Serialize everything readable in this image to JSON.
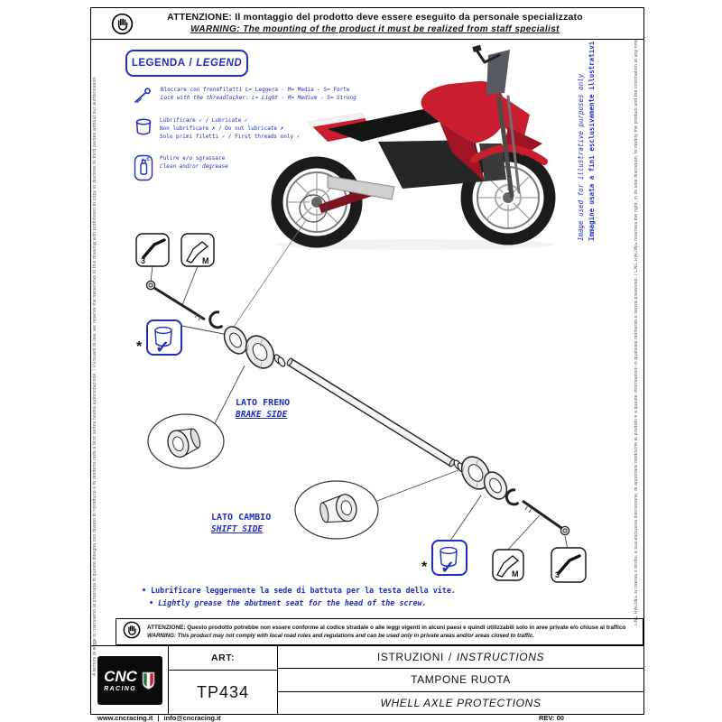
{
  "colors": {
    "accent_blue": "#1e2fc0",
    "brand_red": "#c81e2e",
    "line_black": "#111111"
  },
  "header": {
    "line_it": "ATTENZIONE: Il montaggio del prodotto deve essere eseguito da personale specializzato",
    "line_en": "WARNING: The mounting of the product it must be realized from staff specialist"
  },
  "legend": {
    "title_it": "LEGENDA",
    "separator": "/",
    "title_en": "LEGEND",
    "items": [
      {
        "icon": "threadlocker-screw-icon",
        "line_it": "Bloccare con frenafiletti L= Leggera - M= Media - S= Forte",
        "line_en": "Lock with the threadlocker: L= Light - M= Medium - S= Strong"
      },
      {
        "icon": "grease-pot-icon",
        "lines": [
          "Lubrificare ✓ / Lubricate ✓",
          "Non lubrificare ✗ / Do not lubricate ✗",
          "Solo primi filetti ✓ / First threads only ✓"
        ]
      },
      {
        "icon": "degreaser-spray-icon",
        "line_it": "Pulire e/o sgrassare",
        "line_en": "Clean and/or degrease"
      }
    ]
  },
  "side_notes": {
    "left_note": "A termini di legge ci riserviamo la proprietà di questo disegno con divieto di riprodurlo o di renderlo noto a terzi senza nostra autorizzazione. / Pursuant to law, we reserve the ownership of this drawing with prohibition to copy or disclose to third parties without our authorization.",
    "right_note": "CNC RACING si riserva il diritto, a sua esclusiva discrezione, di apportare modifiche ai prodotti e a queste informazioni in qualsiasi momento e senza preavviso. / CNC RACING reserves the right, in its sole discretion, to modify the product and the information at any time without prior notice.",
    "image_disclaimer_it": "Immagine usata a fini esclusivamente illustrativi",
    "image_disclaimer_en": "Image used for illustrative purposes only"
  },
  "diagram": {
    "callouts": {
      "allen_key_size": "3",
      "threadlocker_grade": "M",
      "check_mark": "✓",
      "grease_star": "*"
    },
    "labels": {
      "brake_side_it": "LATO FRENO",
      "brake_side_en": "BRAKE SIDE",
      "shift_side_it": "LATO CAMBIO",
      "shift_side_en": "SHIFT SIDE"
    },
    "notes": {
      "note_it": "• Lubrificare leggermente la sede di battuta per la testa della vite.",
      "note_en": "• Lightly grease the abutment seat for the head of the screw."
    }
  },
  "bottom_warning": {
    "line_it": "ATTENZIONE: Questo prodotto potrebbe non essere conforme al codice stradale o alle leggi vigenti in alcuni paesi e quindi utilizzabili solo in aree private e/o chiuse al traffico",
    "line_en": "WARNING: This product may not comply with local road rules and regulations and can be used only in private areas and/or areas closed to traffic."
  },
  "title_block": {
    "logo_line1": "CNC",
    "logo_line2": "RACING",
    "art_label": "ART:",
    "art_value": "TP434",
    "doc_title_it": "ISTRUZIONI",
    "doc_title_separator": "/",
    "doc_title_en": "INSTRUCTIONS",
    "product_it": "TAMPONE RUOTA",
    "product_en": "WHELL AXLE PROTECTIONS",
    "revision": "REV: 00"
  },
  "footer": {
    "website": "www.cncracing.it",
    "separator": "|",
    "email": "info@cncracing.it"
  }
}
